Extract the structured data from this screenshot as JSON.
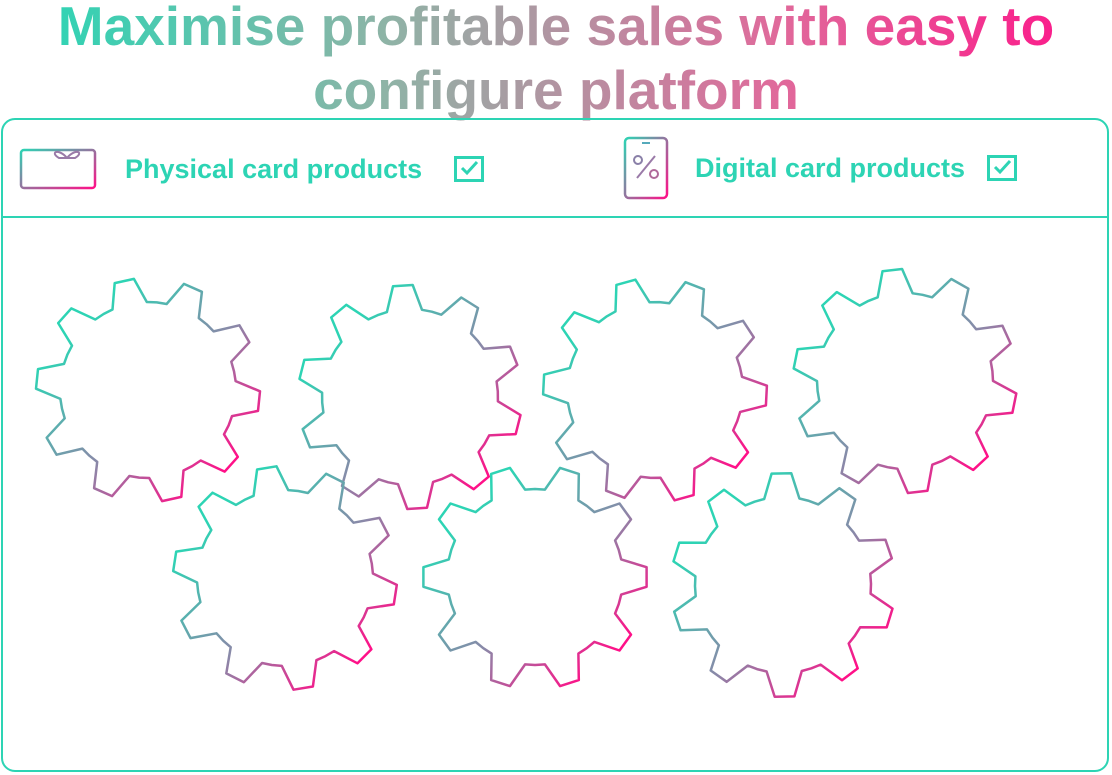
{
  "title": "Maximise profitable sales with easy to configure platform",
  "options": [
    {
      "label": "Physical card products",
      "icon": "gift-card-icon",
      "checked": true
    },
    {
      "label": "Digital card products",
      "icon": "mobile-discount-icon",
      "checked": true
    }
  ],
  "colors": {
    "teal": "#2dd4b4",
    "pink": "#ff1088"
  }
}
